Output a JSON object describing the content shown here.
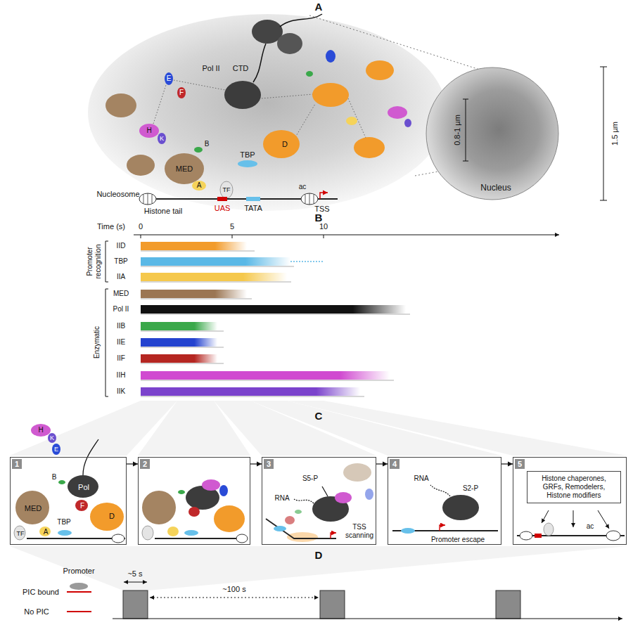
{
  "diagram": {
    "nodes": [
      {
        "text": [
          "0.8-1 µm",
          "Nucleus"
        ]
      },
      {
        "text": [
          "1",
          "B",
          "Pol",
          "F",
          "MED",
          "TBP",
          "A",
          "D",
          "TF"
        ]
      },
      {
        "text": [
          "2"
        ]
      },
      {
        "text": [
          "3",
          "S5-P",
          "RNA",
          "TSS scanning"
        ]
      },
      {
        "text": [
          "4",
          "RNA",
          "S2-P",
          "Promoter escape"
        ]
      },
      {
        "text": [
          "5",
          "ac"
        ]
      },
      {
        "text": [
          "Histone chaperones, GRFs, Remodelers, Histone modifiers"
        ],
        "in": 5
      }
    ],
    "edges": [
      {
        "from": 1,
        "to": 2,
        "arrow": "to"
      },
      {
        "from": 2,
        "to": 3,
        "arrow": "to"
      },
      {
        "from": 3,
        "to": 4,
        "arrow": "to"
      },
      {
        "from": 4,
        "to": 5,
        "arrow": "to"
      }
    ],
    "labels": [
      "A",
      "Pol II",
      "CTD",
      "E",
      "F",
      "H",
      "K",
      "B",
      "MED",
      "D",
      "TBP",
      "A",
      "TF",
      "UAS",
      "TATA",
      "ac",
      "TSS",
      "Nucleosome",
      "Histone tail",
      "1.5 µm",
      "B",
      "Time (s)",
      "0",
      "5",
      "10",
      "Promoter recognition",
      "Enzymatic",
      "IID",
      "TBP",
      "IIA",
      "MED",
      "Pol II",
      "IIB",
      "IIE",
      "IIF",
      "IIH",
      "IIK",
      "C",
      "H",
      "K",
      "E",
      "D",
      "Promoter",
      "PIC bound",
      "No PIC",
      "~5 s",
      "~100 s"
    ]
  }
}
